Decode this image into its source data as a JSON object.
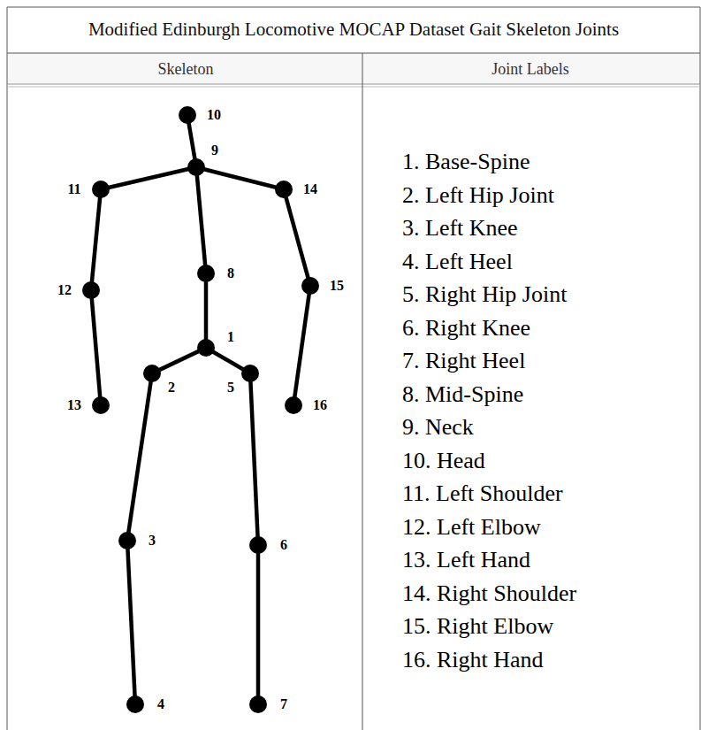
{
  "diagram": {
    "title": "Modified Edinburgh Locomotive MOCAP Dataset Gait Skeleton Joints",
    "nodes": [
      {
        "text": [
          "10"
        ]
      },
      {
        "text": [
          "9"
        ]
      },
      {
        "text": [
          "11"
        ]
      },
      {
        "text": [
          "14"
        ]
      },
      {
        "text": [
          "8"
        ]
      },
      {
        "text": [
          "12"
        ]
      },
      {
        "text": [
          "15"
        ]
      },
      {
        "text": [
          "1"
        ]
      },
      {
        "text": [
          "2"
        ]
      },
      {
        "text": [
          "5"
        ]
      },
      {
        "text": [
          "13"
        ]
      },
      {
        "text": [
          "16"
        ]
      },
      {
        "text": [
          "3"
        ]
      },
      {
        "text": [
          "6"
        ]
      },
      {
        "text": [
          "4"
        ]
      },
      {
        "text": [
          "7"
        ]
      }
    ],
    "edges": [
      {
        "from": 0,
        "to": 1,
        "arrow": "none"
      },
      {
        "from": 1,
        "to": 2,
        "arrow": "none"
      },
      {
        "from": 1,
        "to": 3,
        "arrow": "none"
      },
      {
        "from": 1,
        "to": 4,
        "arrow": "none"
      },
      {
        "from": 2,
        "to": 5,
        "arrow": "none"
      },
      {
        "from": 5,
        "to": 10,
        "arrow": "none"
      },
      {
        "from": 3,
        "to": 6,
        "arrow": "none"
      },
      {
        "from": 6,
        "to": 11,
        "arrow": "none"
      },
      {
        "from": 4,
        "to": 7,
        "arrow": "none"
      },
      {
        "from": 7,
        "to": 8,
        "arrow": "none"
      },
      {
        "from": 7,
        "to": 9,
        "arrow": "none"
      },
      {
        "from": 8,
        "to": 12,
        "arrow": "none"
      },
      {
        "from": 12,
        "to": 14,
        "arrow": "none"
      },
      {
        "from": 9,
        "to": 13,
        "arrow": "none"
      },
      {
        "from": 13,
        "to": 15,
        "arrow": "none"
      }
    ],
    "labels": [
      "Skeleton",
      "Joint Labels",
      "1. Base-Spine",
      "2. Left Hip Joint",
      "3. Left Knee",
      "4. Left Heel",
      "5. Right Hip Joint",
      "6. Right Knee",
      "7. Right Heel",
      "8. Mid-Spine",
      "9. Neck",
      "10. Head",
      "11. Left Shoulder",
      "12. Left Elbow",
      "13. Left Hand",
      "14. Right Shoulder",
      "15. Right Elbow",
      "16. Right Hand"
    ]
  }
}
